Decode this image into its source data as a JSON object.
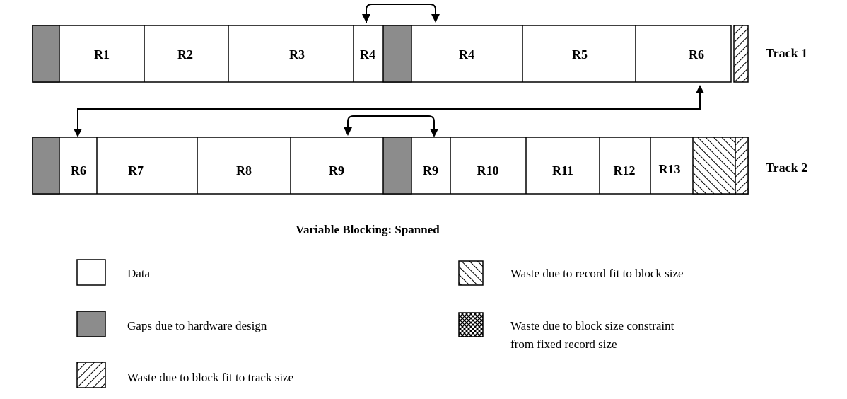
{
  "track1": {
    "label": "Track 1",
    "records": [
      "R1",
      "R2",
      "R3",
      "R4",
      "R4",
      "R5",
      "R6"
    ]
  },
  "track2": {
    "label": "Track 2",
    "records": [
      "R6",
      "R7",
      "R8",
      "R9",
      "R9",
      "R10",
      "R11",
      "R12",
      "R13"
    ]
  },
  "caption": "Variable Blocking: Spanned",
  "legend": {
    "data": "Data",
    "gaps": "Gaps due to hardware design",
    "waste_track": "Waste due to block fit to track size",
    "waste_record": "Waste due to record fit to block size",
    "waste_block_line1": "Waste due to block size constraint",
    "waste_block_line2": "from fixed record size"
  },
  "colors": {
    "gap": "#8c8c8c",
    "line": "#000000",
    "data": "#ffffff"
  }
}
